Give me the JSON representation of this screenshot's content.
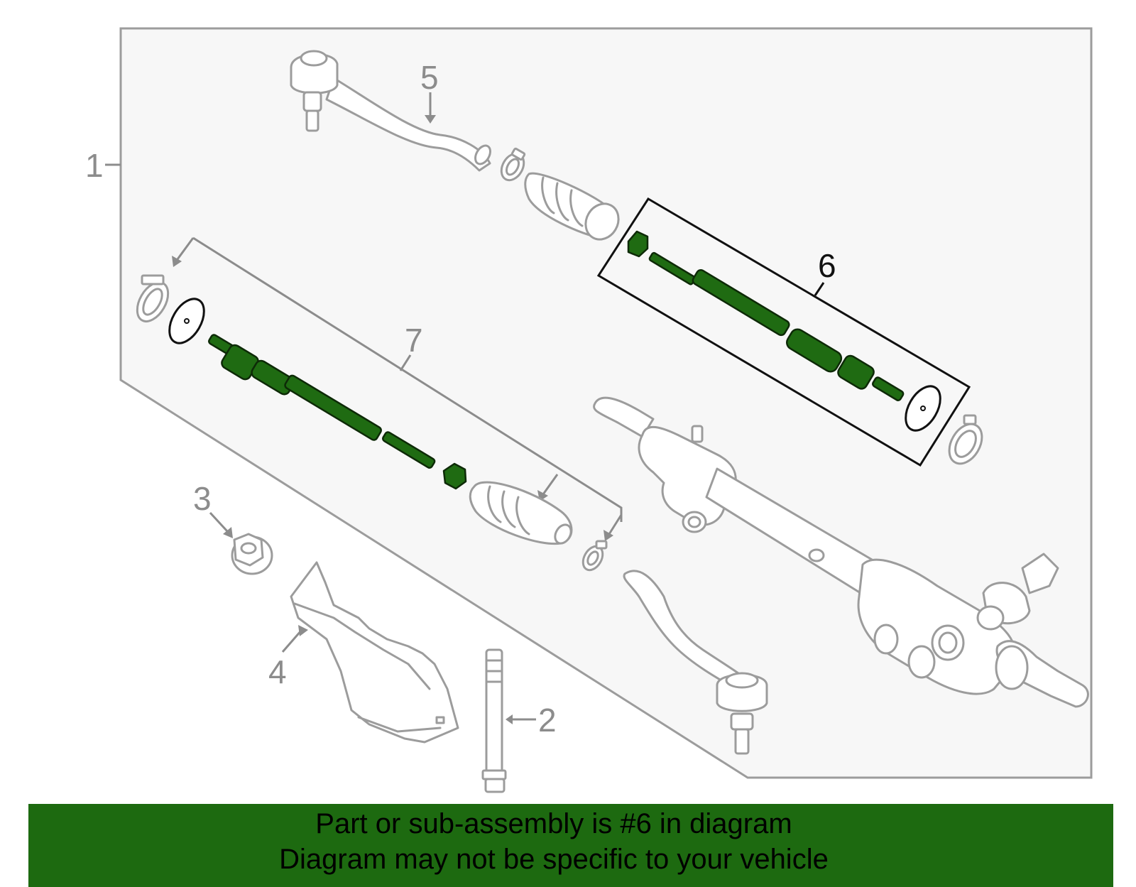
{
  "callouts": {
    "c1": "1",
    "c2": "2",
    "c3": "3",
    "c4": "4",
    "c5": "5",
    "c6": "6",
    "c7": "7"
  },
  "highlight": {
    "part_number": "6",
    "color": "#1f6b12"
  },
  "banner": {
    "line1": "Part or sub-assembly is #6 in diagram",
    "line2": "Diagram may not be specific to your vehicle",
    "background": "#1d6a10"
  },
  "colors": {
    "line_gray": "#9c9c9c",
    "background": "#ffffff",
    "panel": "#f7f7f7"
  }
}
